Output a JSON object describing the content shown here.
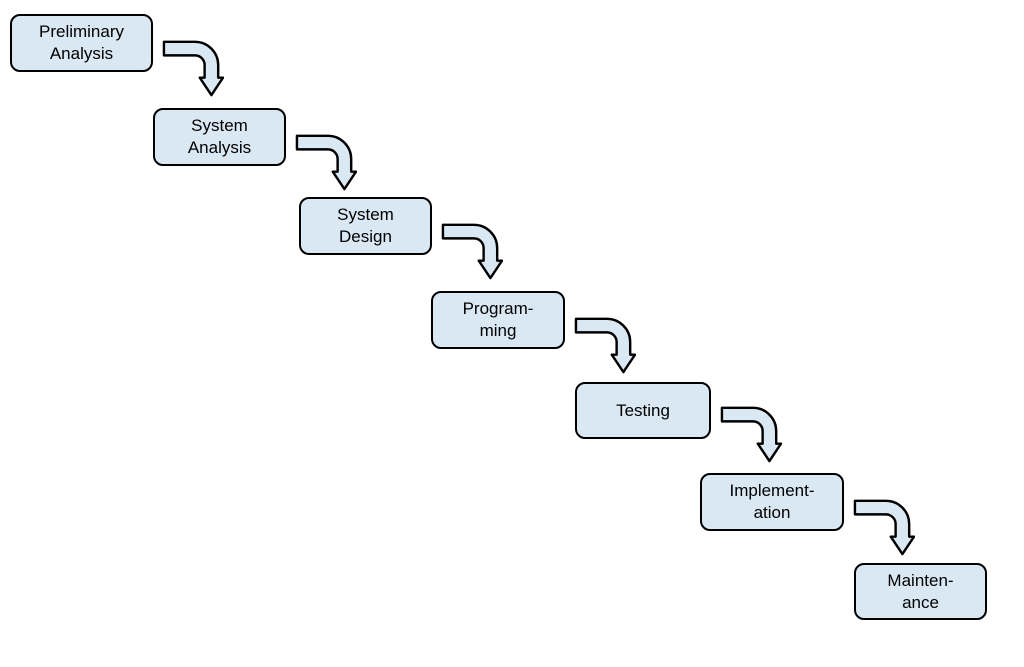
{
  "diagram": {
    "type": "flowchart-waterfall",
    "steps": [
      {
        "id": "preliminary-analysis",
        "lines": [
          "Preliminary",
          "Analysis"
        ]
      },
      {
        "id": "system-analysis",
        "lines": [
          "System",
          "Analysis"
        ]
      },
      {
        "id": "system-design",
        "lines": [
          "System",
          "Design"
        ]
      },
      {
        "id": "programming",
        "lines": [
          "Program-",
          "ming"
        ]
      },
      {
        "id": "testing",
        "lines": [
          "Testing"
        ]
      },
      {
        "id": "implementation",
        "lines": [
          "Implement-",
          "ation"
        ]
      },
      {
        "id": "maintenance",
        "lines": [
          "Mainten-",
          "ance"
        ]
      }
    ],
    "connectors": [
      {
        "from": "preliminary-analysis",
        "to": "system-analysis"
      },
      {
        "from": "system-analysis",
        "to": "system-design"
      },
      {
        "from": "system-design",
        "to": "programming"
      },
      {
        "from": "programming",
        "to": "testing"
      },
      {
        "from": "testing",
        "to": "implementation"
      },
      {
        "from": "implementation",
        "to": "maintenance"
      }
    ],
    "colors": {
      "background": "#ffffff",
      "box_fill": "#dae8f4",
      "box_stroke": "#000000",
      "arrow_fill": "#dae8f4",
      "arrow_stroke": "#000000",
      "text": "#000000"
    }
  }
}
